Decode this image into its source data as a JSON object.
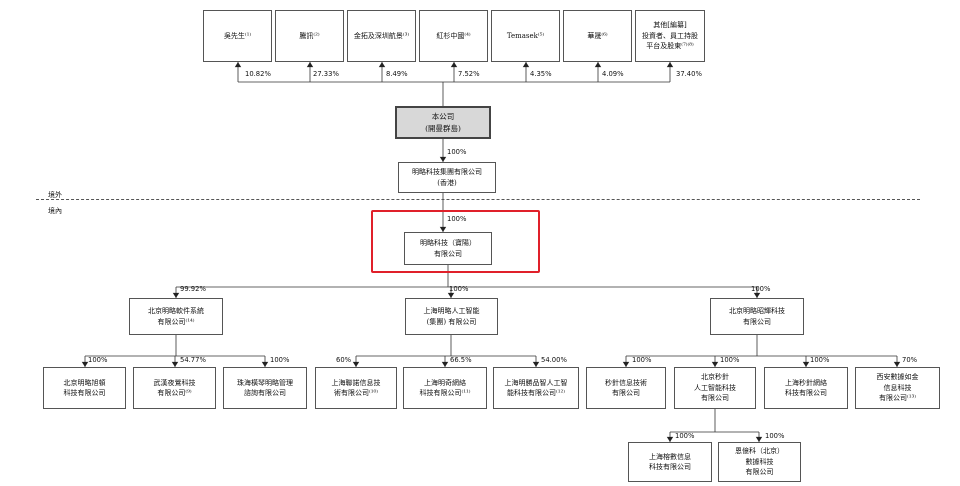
{
  "zones": {
    "overseas": "境外",
    "domestic": "境內"
  },
  "shareholders": [
    {
      "id": "s1",
      "label": "吳先生⁽¹⁾",
      "pct": "10.82%"
    },
    {
      "id": "s2",
      "label": "騰訊⁽²⁾",
      "pct": "27.33%"
    },
    {
      "id": "s3",
      "label": "金拓及深圳航景⁽³⁾",
      "pct": "8.49%"
    },
    {
      "id": "s4",
      "label": "紅杉中國⁽⁴⁾",
      "pct": "7.52%"
    },
    {
      "id": "s5",
      "label": "Temasek⁽⁵⁾",
      "pct": "4.35%"
    },
    {
      "id": "s6",
      "label": "華晟⁽⁶⁾",
      "pct": "4.09%"
    },
    {
      "id": "s7",
      "label": "其他[編纂]\n投資者、員工持股\n平台及股東⁽⁷⁾⁽⁸⁾",
      "pct": "37.40%"
    }
  ],
  "company": {
    "label": "本公司\n(開曼群島)"
  },
  "hk": {
    "label": "明略科技集團有限公司\n(香港)",
    "pct": "100%"
  },
  "opco": {
    "label": "明略科技（寶陽）\n有限公司",
    "pct": "100%"
  },
  "subsidiaries": [
    {
      "id": "a",
      "label": "北京明略軟件系統\n有限公司⁽¹⁴⁾",
      "pct": "99.92%",
      "children": [
        {
          "id": "a1",
          "label": "北京明略旭頓\n科技有限公司",
          "pct": "100%"
        },
        {
          "id": "a2",
          "label": "武漢夜鶯科技\n有限公司⁽⁹⁾",
          "pct": "54.77%"
        },
        {
          "id": "a3",
          "label": "珠海橫琴明略管理\n諮詢有限公司",
          "pct": "100%"
        }
      ]
    },
    {
      "id": "b",
      "label": "上海明略人工智能\n(集團) 有限公司",
      "pct": "100%",
      "children": [
        {
          "id": "b1",
          "label": "上海聯諾信息技\n術有限公司⁽¹⁰⁾",
          "pct": "60%"
        },
        {
          "id": "b2",
          "label": "上海明奇網絡\n科技有限公司⁽¹¹⁾",
          "pct": "66.5%"
        },
        {
          "id": "b3",
          "label": "上海明勝品智人工智\n能科技有限公司⁽¹²⁾",
          "pct": "54.00%"
        }
      ]
    },
    {
      "id": "c",
      "label": "北京明略昭輝科技\n有限公司",
      "pct": "100%",
      "children": [
        {
          "id": "c1",
          "label": "秒針信息技術\n有限公司",
          "pct": "100%"
        },
        {
          "id": "c2",
          "label": "北京秒針\n人工智能科技\n有限公司",
          "pct": "100%",
          "children": [
            {
              "id": "c2a",
              "label": "上海榕數信息\n科技有限公司",
              "pct": "100%"
            },
            {
              "id": "c2b",
              "label": "恩億科（北京）\n數據科技\n有限公司",
              "pct": "100%"
            }
          ]
        },
        {
          "id": "c3",
          "label": "上海秒針網絡\n科技有限公司",
          "pct": "100%"
        },
        {
          "id": "c4",
          "label": "西安數據如金\n信息科技\n有限公司⁽¹³⁾",
          "pct": "70%"
        }
      ]
    }
  ]
}
